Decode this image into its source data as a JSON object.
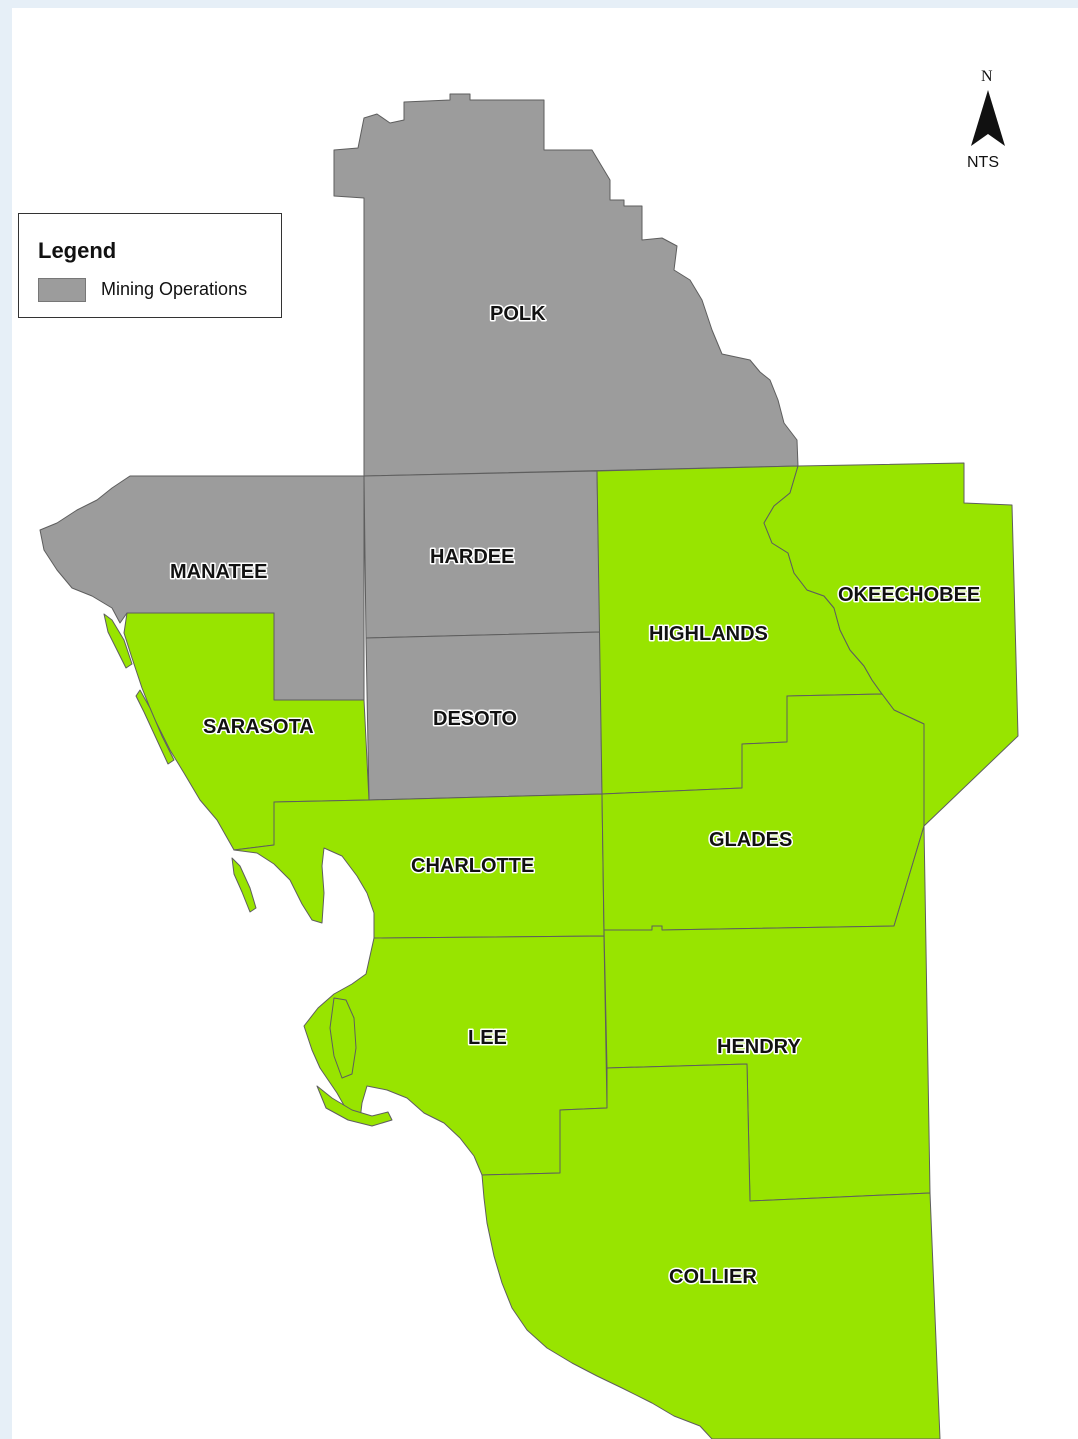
{
  "legend": {
    "title": "Legend",
    "items": [
      {
        "label": "Mining Operations",
        "color": "#9c9c9c"
      }
    ]
  },
  "north_arrow": {
    "letter": "N",
    "scale_note": "NTS"
  },
  "colors": {
    "mining_operations": "#9c9c9c",
    "other_county": "#98e400",
    "background": "#e6eff7",
    "border": "#5e5e5e"
  },
  "counties": {
    "polk": "POLK",
    "manatee": "MANATEE",
    "hardee": "HARDEE",
    "highlands": "HIGHLANDS",
    "okeechobee": "OKEECHOBEE",
    "sarasota": "SARASOTA",
    "desoto": "DESOTO",
    "charlotte": "CHARLOTTE",
    "glades": "GLADES",
    "lee": "LEE",
    "hendry": "HENDRY",
    "collier": "COLLIER"
  }
}
